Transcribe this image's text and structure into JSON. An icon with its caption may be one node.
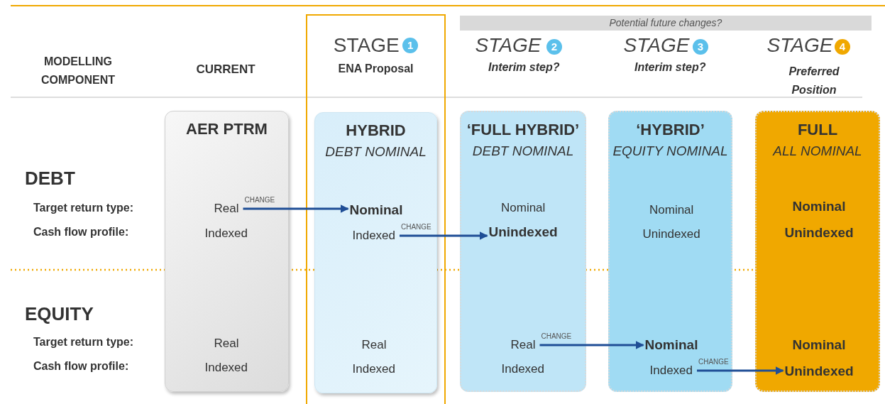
{
  "diagram": {
    "nodes": [
      {
        "text": [
          "STAGE",
          "1",
          "ENA Proposal"
        ]
      },
      {
        "text": [
          "AER PTRM"
        ]
      },
      {
        "text": [
          "Real"
        ],
        "in": 1
      },
      {
        "text": [
          "Indexed"
        ],
        "in": 1
      },
      {
        "text": [
          "Real"
        ],
        "in": 1
      },
      {
        "text": [
          "Indexed"
        ],
        "in": 1
      },
      {
        "text": [
          "HYBRID",
          "DEBT NOMINAL"
        ],
        "in": 0
      },
      {
        "text": [
          "Nominal"
        ],
        "in": 6
      },
      {
        "text": [
          "Indexed"
        ],
        "in": 6
      },
      {
        "text": [
          "Real"
        ],
        "in": 6
      },
      {
        "text": [
          "Indexed"
        ],
        "in": 6
      },
      {
        "text": [
          "‘FULL HYBRID’",
          "DEBT NOMINAL"
        ]
      },
      {
        "text": [
          "Nominal"
        ],
        "in": 11
      },
      {
        "text": [
          "Unindexed"
        ],
        "in": 11
      },
      {
        "text": [
          "Real"
        ],
        "in": 11
      },
      {
        "text": [
          "Indexed"
        ],
        "in": 11
      },
      {
        "text": [
          "‘HYBRID’",
          "EQUITY NOMINAL"
        ]
      },
      {
        "text": [
          "Nominal"
        ],
        "in": 16
      },
      {
        "text": [
          "Unindexed"
        ],
        "in": 16
      },
      {
        "text": [
          "Nominal"
        ],
        "in": 16
      },
      {
        "text": [
          "Indexed"
        ],
        "in": 16
      },
      {
        "text": [
          "FULL",
          "ALL NOMINAL"
        ]
      },
      {
        "text": [
          "Nominal"
        ],
        "in": 21
      },
      {
        "text": [
          "Unindexed"
        ],
        "in": 21
      },
      {
        "text": [
          "Nominal"
        ],
        "in": 21
      },
      {
        "text": [
          "Unindexed"
        ],
        "in": 21
      }
    ],
    "edges": [
      {
        "from": 2,
        "to": 7,
        "arrow": "to",
        "label": "CHANGE"
      },
      {
        "from": 8,
        "to": 13,
        "arrow": "to",
        "label": "CHANGE"
      },
      {
        "from": 14,
        "to": 19,
        "arrow": "to",
        "label": "CHANGE"
      },
      {
        "from": 20,
        "to": 25,
        "arrow": "to",
        "label": "CHANGE"
      }
    ],
    "labels": [
      "MODELLING COMPONENT",
      "CURRENT",
      "Potential future changes?",
      "STAGE",
      "2",
      "Interim step?",
      "STAGE",
      "3",
      "Interim step?",
      "STAGE",
      "4",
      "Preferred Position",
      "DEBT",
      "Target return type:",
      "Cash flow profile:",
      "EQUITY",
      "Target return type:",
      "Cash flow profile:"
    ]
  }
}
